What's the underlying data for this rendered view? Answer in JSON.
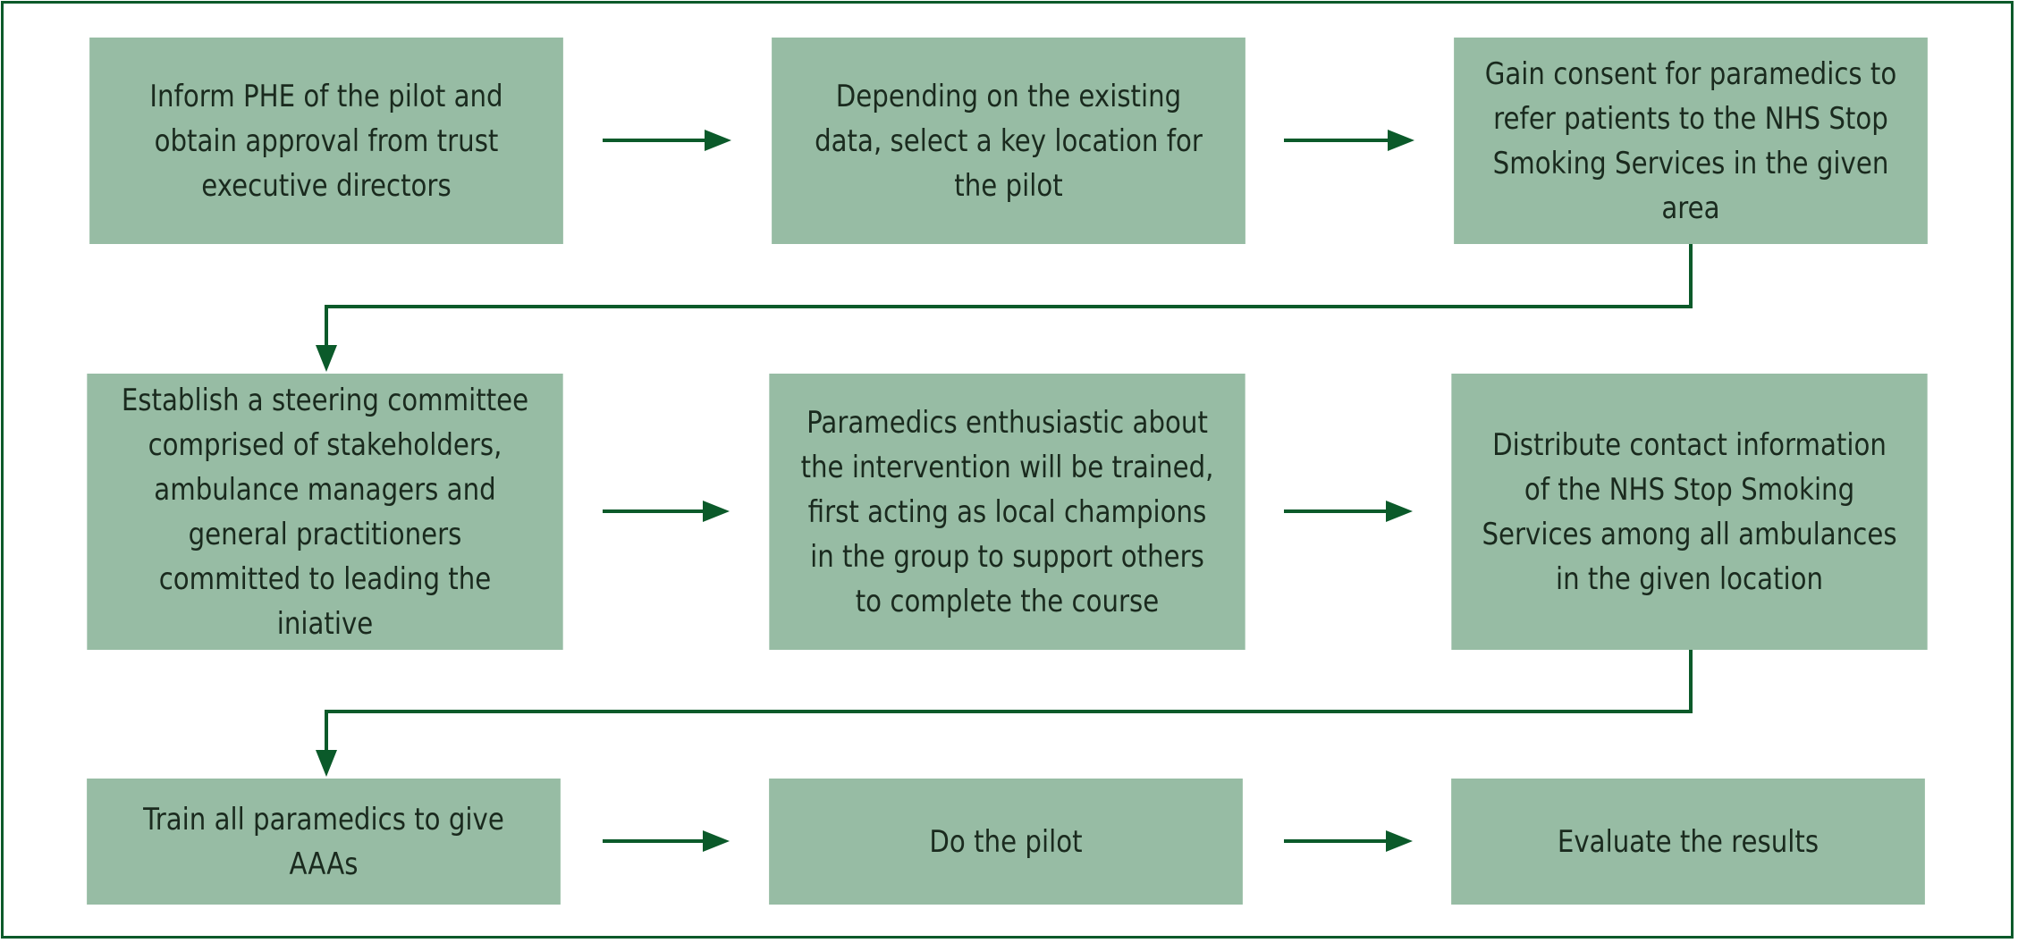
{
  "steps": [
    "Inform PHE of the pilot and obtain approval from trust executive directors",
    "Depending on the existing data, select a key location for the pilot",
    "Gain consent for paramedics to refer patients to the NHS Stop Smoking Services in the given area",
    "Establish a steering committee comprised of stakeholders, ambulance managers and general practitioners committed to leading the iniative",
    "Paramedics enthusiastic about the intervention will be trained, first acting as local champions in the group to support others to complete the course",
    "Distribute contact information of the NHS Stop Smoking Services among all ambulances in the given location",
    "Train all paramedics to give AAAs",
    "Do the pilot",
    "Evaluate the results"
  ],
  "colors": {
    "box_fill": "#97bca4",
    "connector": "#0b5a2a",
    "frame": "#0b5a2a",
    "text": "#1a2a1e"
  }
}
